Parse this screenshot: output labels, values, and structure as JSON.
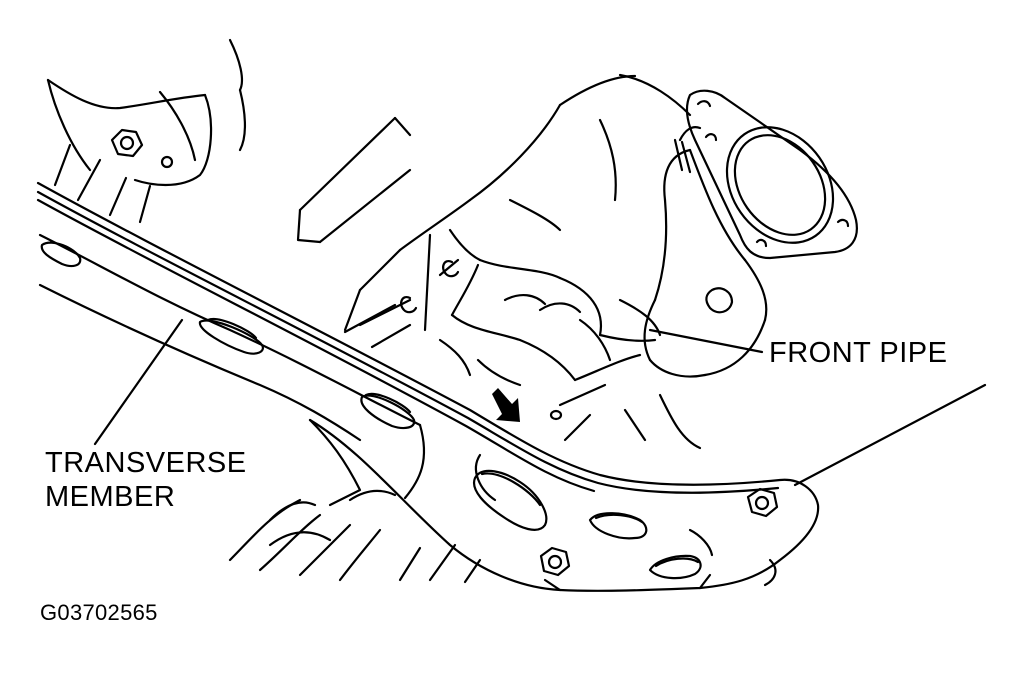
{
  "labels": {
    "front_pipe": "FRONT PIPE",
    "transverse_line1": "TRANSVERSE",
    "transverse_line2": "MEMBER",
    "figure_id": "G03702565"
  },
  "colors": {
    "ink": "#000000",
    "paper": "#ffffff"
  }
}
